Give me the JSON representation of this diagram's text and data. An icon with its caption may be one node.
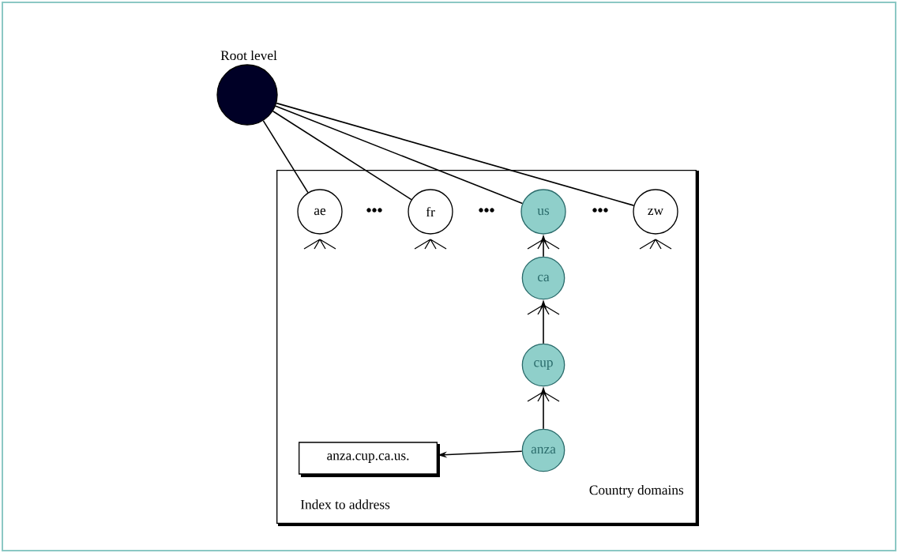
{
  "diagram": {
    "nodes": [
      {
        "text": [],
        "shape": "circle",
        "beside": [
          "Root level"
        ]
      },
      {
        "text": [
          "Country domains"
        ]
      },
      {
        "text": [
          "ae"
        ],
        "in": 1
      },
      {
        "text": [
          "fr"
        ],
        "in": 1
      },
      {
        "text": [
          "us"
        ],
        "in": 1
      },
      {
        "text": [
          "zw"
        ],
        "in": 1
      },
      {
        "text": [
          "ca"
        ],
        "in": 1
      },
      {
        "text": [
          "cup"
        ],
        "in": 1
      },
      {
        "text": [
          "anza"
        ],
        "in": 1
      },
      {
        "text": [
          "anza.cup.ca.us."
        ],
        "in": 1,
        "beside": [
          "Index to address"
        ]
      }
    ],
    "edges": [
      {
        "from": 0,
        "to": 2,
        "arrow": "none"
      },
      {
        "from": 0,
        "to": 3,
        "arrow": "none"
      },
      {
        "from": 0,
        "to": 4,
        "arrow": "none"
      },
      {
        "from": 0,
        "to": 5,
        "arrow": "none"
      },
      {
        "from": 6,
        "to": 4,
        "arrow": "to"
      },
      {
        "from": 7,
        "to": 6,
        "arrow": "to"
      },
      {
        "from": 8,
        "to": 7,
        "arrow": "to"
      },
      {
        "from": 8,
        "to": 9,
        "arrow": "to"
      }
    ],
    "labels": [
      "•••",
      "•••",
      "•••"
    ]
  }
}
